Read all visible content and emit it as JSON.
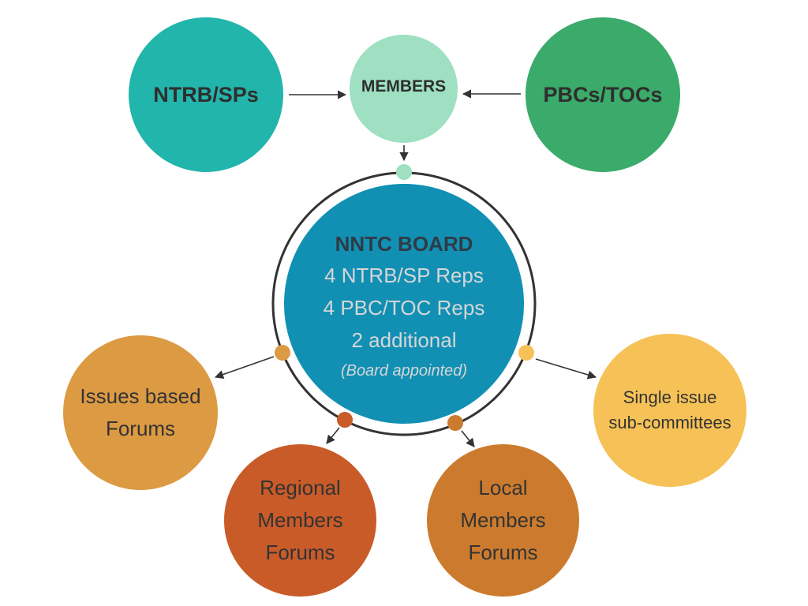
{
  "diagram": {
    "nodes": {
      "ntrb": {
        "label": "NTRB/SPs",
        "color": "#22b5ab"
      },
      "members": {
        "label": "MEMBERS",
        "color": "#9ee0c1"
      },
      "pbc": {
        "label": "PBCs/TOCs",
        "color": "#3aab6a"
      },
      "board": {
        "title": "NNTC BOARD",
        "lines": [
          "4 NTRB/SP Reps",
          "4 PBC/TOC Reps",
          "2 additional"
        ],
        "note": "(Board appointed)",
        "color": "#1190b4",
        "ring_color": "#333333"
      },
      "issues": {
        "lines": [
          "Issues based",
          "Forums"
        ],
        "color": "#dc9a43"
      },
      "regional": {
        "lines": [
          "Regional",
          "Members",
          "Forums"
        ],
        "color": "#c95b29"
      },
      "local": {
        "lines": [
          "Local",
          "Members",
          "Forums"
        ],
        "color": "#cc7b2e"
      },
      "single": {
        "lines": [
          "Single issue",
          "sub-committees"
        ],
        "color": "#f6c257"
      }
    },
    "edges": [
      {
        "from": "ntrb",
        "to": "members"
      },
      {
        "from": "pbc",
        "to": "members"
      },
      {
        "from": "members",
        "to": "board"
      },
      {
        "from": "board",
        "to": "issues"
      },
      {
        "from": "board",
        "to": "regional"
      },
      {
        "from": "board",
        "to": "local"
      },
      {
        "from": "board",
        "to": "single"
      }
    ]
  }
}
